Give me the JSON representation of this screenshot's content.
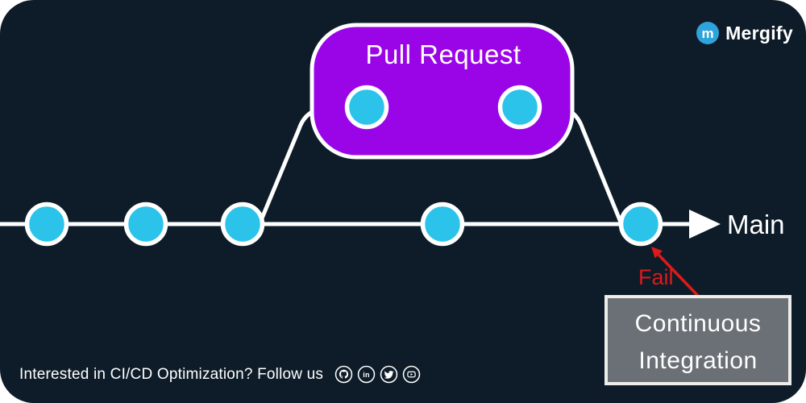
{
  "header": {
    "brand_name": "Mergify",
    "logo_letter": "m"
  },
  "diagram": {
    "pull_request_label": "Pull Request",
    "main_branch_label": "Main",
    "fail_label": "Fail",
    "ci_box_line1": "Continuous",
    "ci_box_line2": "Integration",
    "main_commit_count": 5,
    "pr_commit_count": 2,
    "colors": {
      "background": "#0D1C28",
      "commit": "#2BC3EA",
      "pull_request_box": "#9A05E8",
      "fail": "#DE1A1A",
      "ci_box": "#6B7076",
      "line": "#FFFFFF",
      "brand_icon": "#2FA3DB"
    }
  },
  "footer": {
    "text": "Interested in CI/CD Optimization? Follow us",
    "social_icons": [
      {
        "name": "github"
      },
      {
        "name": "linkedin",
        "label": "in"
      },
      {
        "name": "twitter"
      },
      {
        "name": "youtube"
      }
    ]
  }
}
